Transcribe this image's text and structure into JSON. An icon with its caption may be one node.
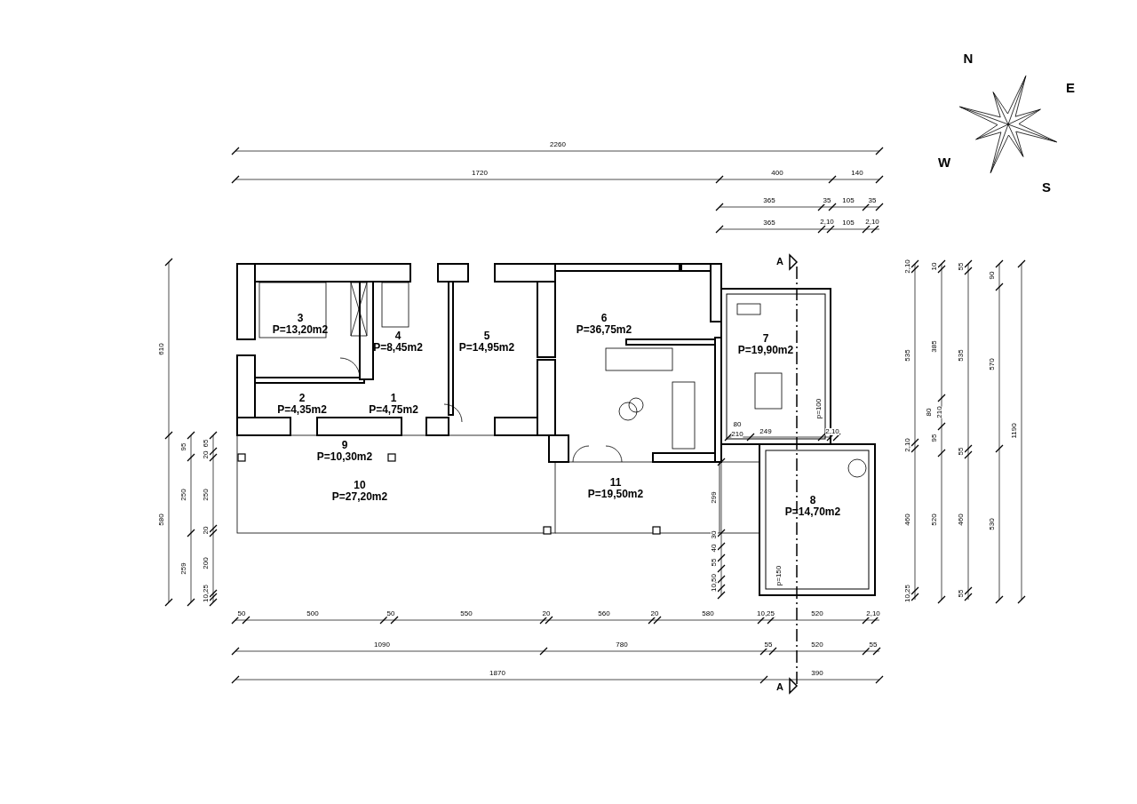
{
  "diagram": {
    "nodes": [
      {
        "text": [
          "3",
          "P=13,20m2"
        ]
      },
      {
        "text": [
          "4",
          "P=8,45m2"
        ]
      },
      {
        "text": [
          "5",
          "P=14,95m2"
        ]
      },
      {
        "text": [
          "6",
          "P=36,75m2"
        ]
      },
      {
        "text": [
          "7",
          "P=19,90m2"
        ]
      },
      {
        "text": [
          "2",
          "P=4,35m2"
        ]
      },
      {
        "text": [
          "1",
          "P=4,75m2"
        ]
      },
      {
        "text": [
          "9",
          "P=10,30m2"
        ]
      },
      {
        "text": [
          "10",
          "P=27,20m2"
        ]
      },
      {
        "text": [
          "11",
          "P=19,50m2"
        ]
      },
      {
        "text": [
          "8",
          "P=14,70m2"
        ]
      }
    ],
    "edges": [],
    "labels": [
      "N",
      "E",
      "W",
      "S",
      "2260",
      "1720",
      "400",
      "140",
      "365",
      "35",
      "105",
      "35",
      "365",
      "2,10",
      "105",
      "2,10",
      "A",
      "610",
      "580",
      "95",
      "250",
      "259",
      "65",
      "20",
      "250",
      "20",
      "200",
      "10,25",
      "2,10",
      "535",
      "2,10",
      "460",
      "10,25",
      "10",
      "385",
      "80",
      "210",
      "95",
      "520",
      "55",
      "535",
      "55",
      "460",
      "55",
      "90",
      "570",
      "530",
      "1190",
      "80",
      "210",
      "249",
      "2,10",
      "p=100",
      "299",
      "30",
      "40",
      "55",
      "10,50",
      "p=150",
      "50",
      "500",
      "50",
      "550",
      "20",
      "560",
      "20",
      "580",
      "10,25",
      "520",
      "2,10",
      "1090",
      "780",
      "55",
      "520",
      "55",
      "1870",
      "390",
      "A"
    ]
  }
}
